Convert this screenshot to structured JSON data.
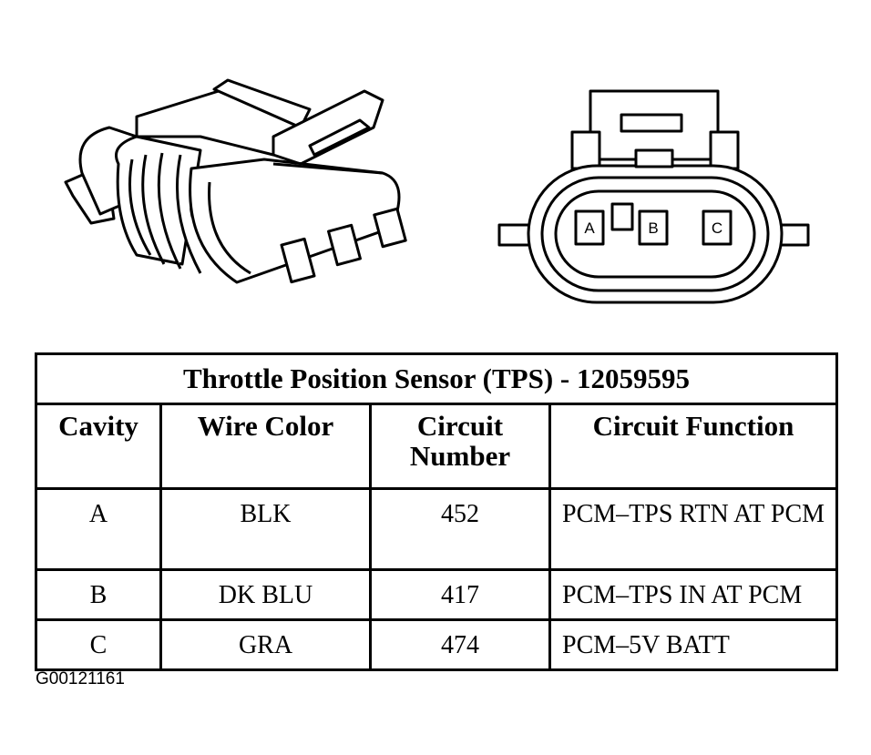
{
  "table": {
    "title": "Throttle Position Sensor (TPS) - 12059595",
    "headers": {
      "cavity": "Cavity",
      "wire_color": "Wire Color",
      "circuit_number": [
        "Circuit",
        "Number"
      ],
      "circuit_function": "Circuit Function"
    },
    "rows": [
      {
        "cavity": "A",
        "wire_color": "BLK",
        "circuit_number": "452",
        "circuit_function": "PCM–TPS RTN AT PCM"
      },
      {
        "cavity": "B",
        "wire_color": "DK BLU",
        "circuit_number": "417",
        "circuit_function": "PCM–TPS IN AT PCM"
      },
      {
        "cavity": "C",
        "wire_color": "GRA",
        "circuit_number": "474",
        "circuit_function": "PCM–5V BATT"
      }
    ]
  },
  "connector_face": {
    "pins": [
      "A",
      "B",
      "C"
    ]
  },
  "figure_id": "G00121161"
}
